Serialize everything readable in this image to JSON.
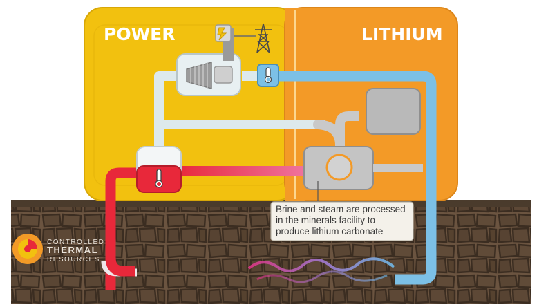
{
  "panels": {
    "power": {
      "title": "POWER",
      "color": "#f2c10f"
    },
    "lithium": {
      "title": "LITHIUM",
      "color": "#f39a27"
    }
  },
  "callout": {
    "line1": "Brine and steam are processed",
    "line2": "in the minerals facility to",
    "line3": "produce lithium carbonate"
  },
  "logo": {
    "line1": "CONTROLLED",
    "line2": "THERMAL",
    "line3": "RESOURCES"
  },
  "colors": {
    "hot_pipe": "#e8283a",
    "cold_pipe": "#7cc0e6",
    "steam_pipe": "#dde9ec",
    "ground": "#6b5440",
    "topsoil": "#4a3b2c",
    "facility_gray": "#b9b9b9"
  },
  "icons": [
    "lightning-icon",
    "power-tower-icon",
    "thermometer-icon",
    "turbine-icon"
  ]
}
